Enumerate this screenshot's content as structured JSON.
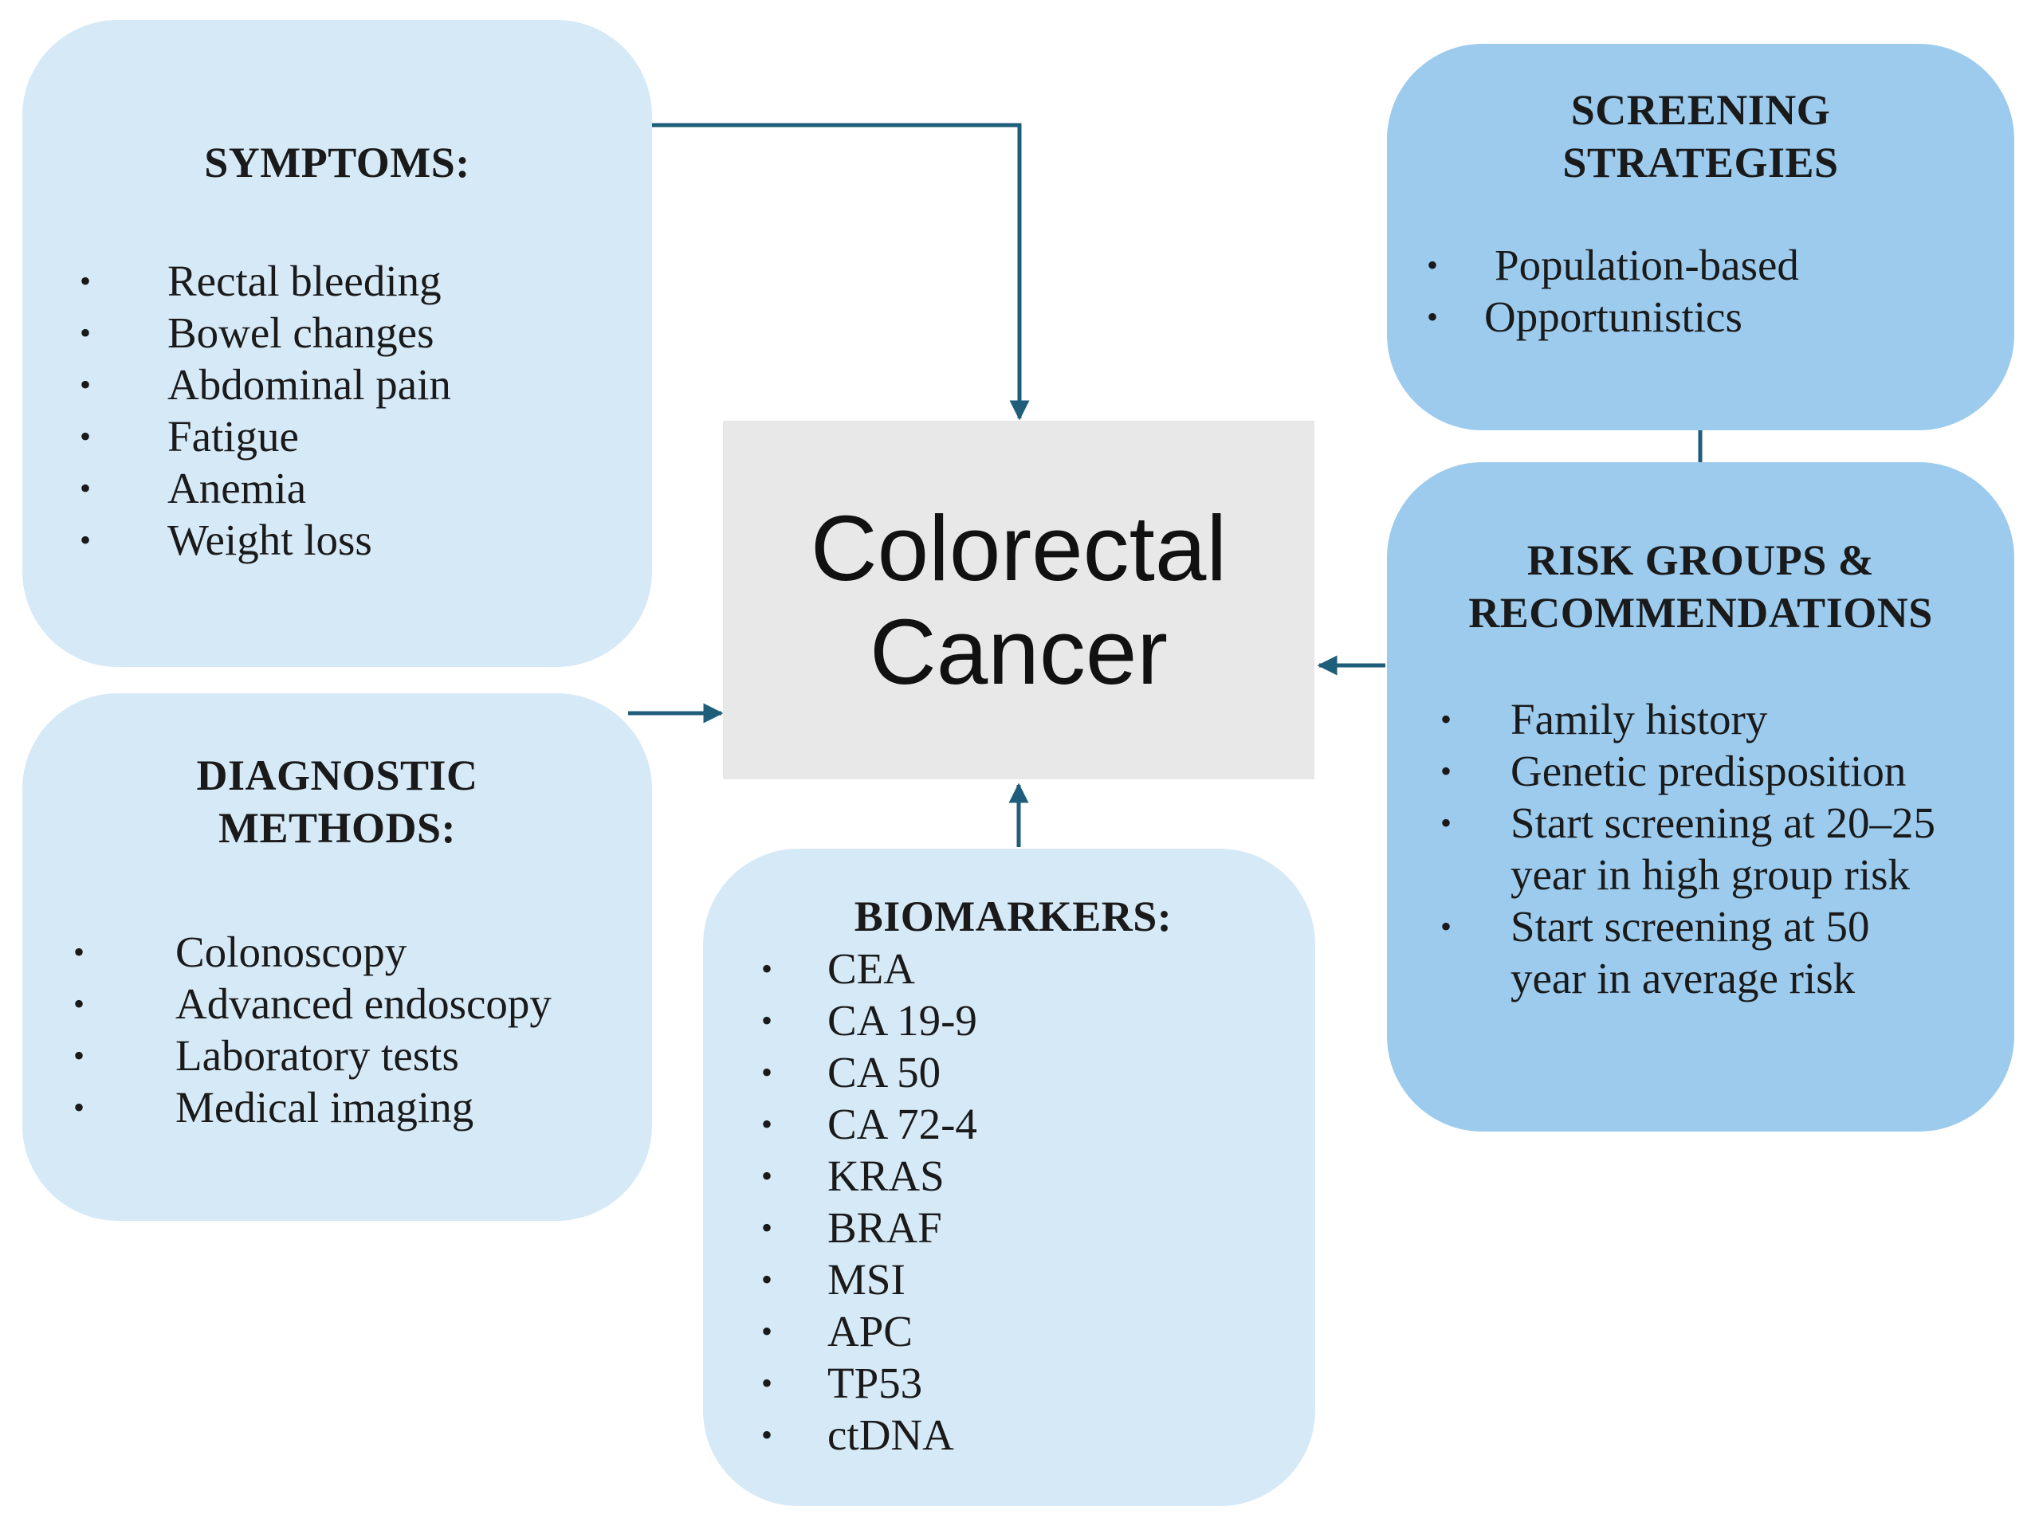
{
  "center": {
    "line1": "Colorectal",
    "line2": "Cancer"
  },
  "symptoms": {
    "title": "SYMPTOMS:",
    "items": [
      "Rectal bleeding",
      "Bowel changes",
      "Abdominal pain",
      "Fatigue",
      "Anemia",
      "Weight loss"
    ]
  },
  "diagnostic": {
    "title_line1": "DIAGNOSTIC",
    "title_line2": "METHODS:",
    "items": [
      "Colonoscopy",
      "Advanced endoscopy",
      "Laboratory tests",
      "Medical imaging"
    ]
  },
  "biomarkers": {
    "title": "BIOMARKERS:",
    "items": [
      "CEA",
      "CA 19-9",
      "CA 50",
      "CA 72-4",
      "KRAS",
      "BRAF",
      "MSI",
      "APC",
      "TP53",
      "ctDNA"
    ]
  },
  "screening": {
    "title_line1": "SCREENING",
    "title_line2": "STRATEGIES",
    "items": [
      "Population-based",
      "Opportunistics"
    ]
  },
  "risk": {
    "title_line1": "RISK GROUPS &",
    "title_line2": "RECOMMENDATIONS",
    "items": [
      {
        "line1": "Family history",
        "line2": ""
      },
      {
        "line1": "Genetic predisposition",
        "line2": ""
      },
      {
        "line1": "Start screening at 20–25",
        "line2": "year in high group risk"
      },
      {
        "line1": "Start screening at 50",
        "line2": "year in average risk"
      }
    ]
  },
  "bullet": "•",
  "colors": {
    "light_box": "#d6e9f7",
    "dark_box": "#9ccbee",
    "center_box": "#e8e8e8",
    "arrow": "#1f5e7a"
  }
}
